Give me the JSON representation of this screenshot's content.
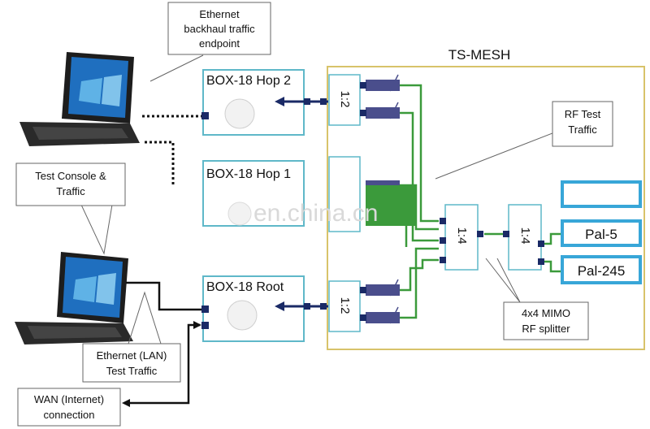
{
  "title": "TS-MESH",
  "callouts": {
    "ethernet_backhaul": [
      "Ethernet",
      "backhaul traffic",
      "endpoint"
    ],
    "rf_test_traffic": [
      "RF Test",
      "Traffic"
    ],
    "test_console": [
      "Test Console &",
      "Traffic"
    ],
    "ethernet_lan": [
      "Ethernet (LAN)",
      "Test Traffic"
    ],
    "wan": [
      "WAN (Internet)",
      "connection"
    ],
    "mimo_splitter": [
      "4x4 MIMO",
      "RF splitter"
    ]
  },
  "boxes": {
    "hop2": "BOX-18 Hop 2",
    "hop1": "BOX-18 Hop 1",
    "root": "BOX-18 Root"
  },
  "splitters": {
    "top": "1:2",
    "bottom": "1:2",
    "mid_a": "1:4",
    "mid_b": "1:4"
  },
  "outputs": {
    "pal5": "Pal-5",
    "pal245": "Pal-245"
  },
  "watermark": "en.china.cn",
  "colors": {
    "box_border": "#5fb8c9",
    "ts_mesh_border": "#d8c36a",
    "cable": "#3b9a3b",
    "pal_border": "#38a6d8",
    "attenuator": "#4a4e8c"
  }
}
